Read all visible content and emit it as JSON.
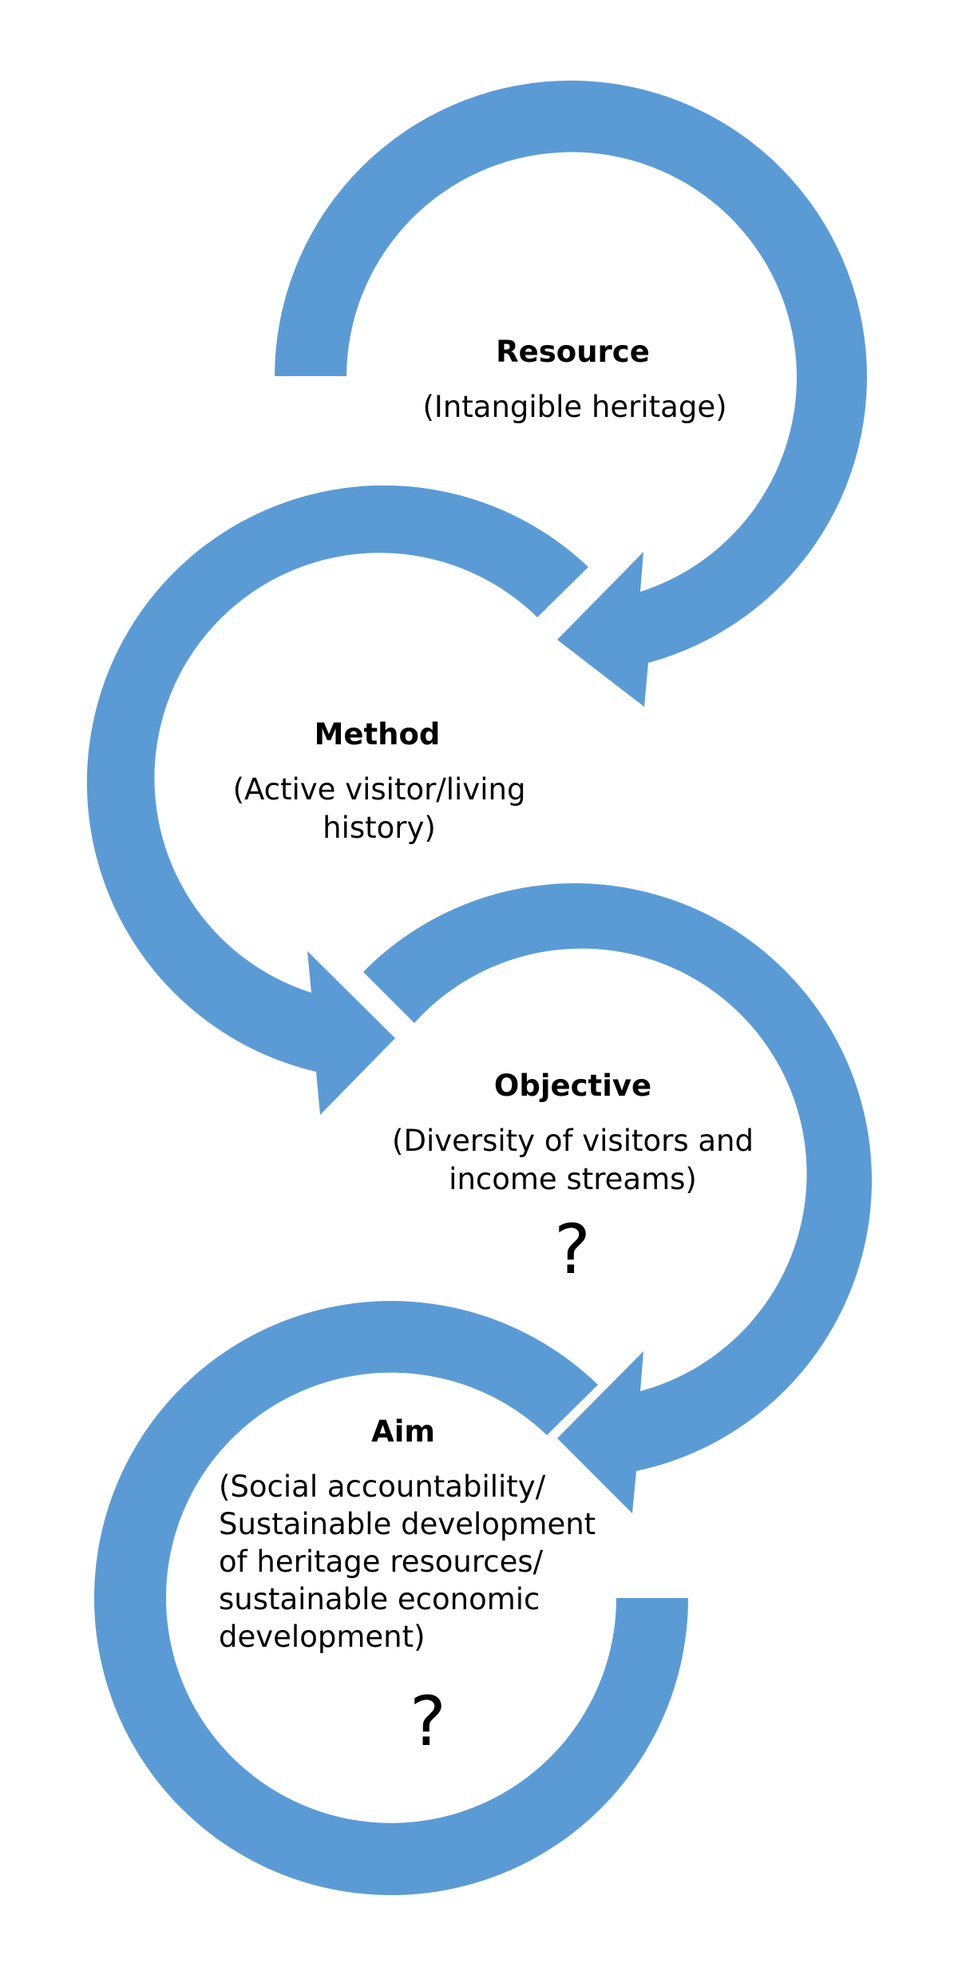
{
  "colors": {
    "arrow": "#5b9bd5",
    "background": "#ffffff",
    "text": "#000000"
  },
  "steps": [
    {
      "title": "Resource",
      "description_lines": [
        "(Intangible heritage)"
      ],
      "question": ""
    },
    {
      "title": "Method",
      "description_lines": [
        "(Active visitor/living",
        "history)"
      ],
      "question": ""
    },
    {
      "title": "Objective",
      "description_lines": [
        "(Diversity of visitors and",
        "income streams)"
      ],
      "question": "?"
    },
    {
      "title": "Aim",
      "description_lines": [
        "(Social accountability/",
        "Sustainable development",
        "of heritage resources/",
        "sustainable economic",
        "development)"
      ],
      "question": "?"
    }
  ]
}
